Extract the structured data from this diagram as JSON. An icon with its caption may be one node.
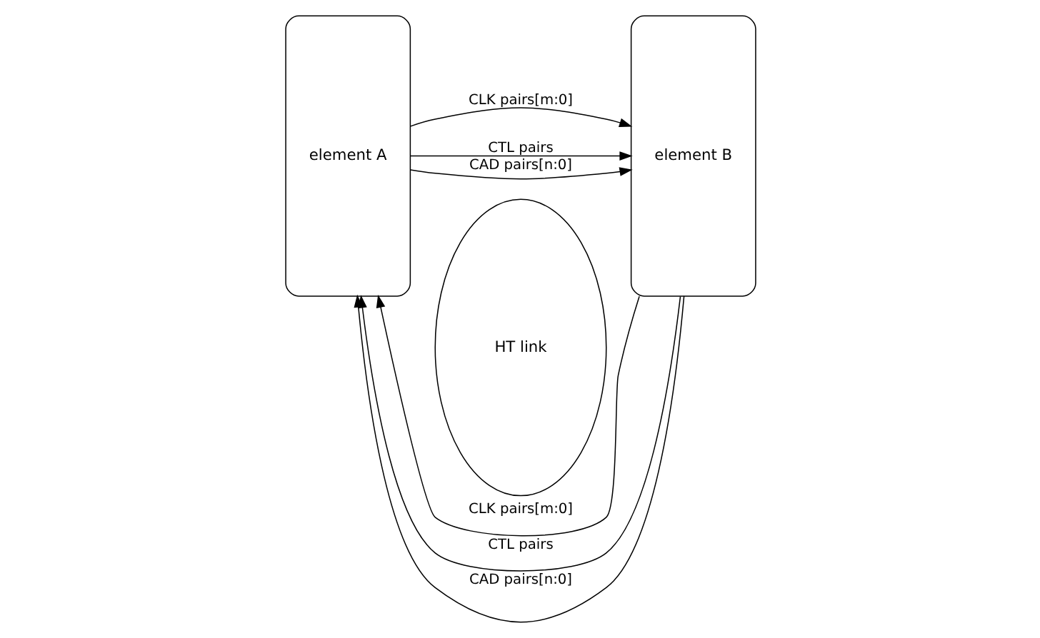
{
  "diagram": {
    "nodes": [
      {
        "text": [
          "element A"
        ]
      },
      {
        "text": [
          "element B"
        ]
      },
      {
        "text": [
          "HT link"
        ]
      }
    ],
    "edges": [
      {
        "from": 0,
        "to": 1,
        "arrow": "to",
        "label": "CLK pairs[m:0]"
      },
      {
        "from": 0,
        "to": 1,
        "arrow": "to",
        "label": "CTL pairs"
      },
      {
        "from": 0,
        "to": 1,
        "arrow": "to",
        "label": "CAD pairs[n:0]"
      },
      {
        "from": 1,
        "to": 0,
        "arrow": "to",
        "label": "CLK pairs[m:0]"
      },
      {
        "from": 1,
        "to": 0,
        "arrow": "to",
        "label": "CTL pairs"
      },
      {
        "from": 1,
        "to": 0,
        "arrow": "to",
        "label": "CAD pairs[n:0]"
      }
    ]
  }
}
